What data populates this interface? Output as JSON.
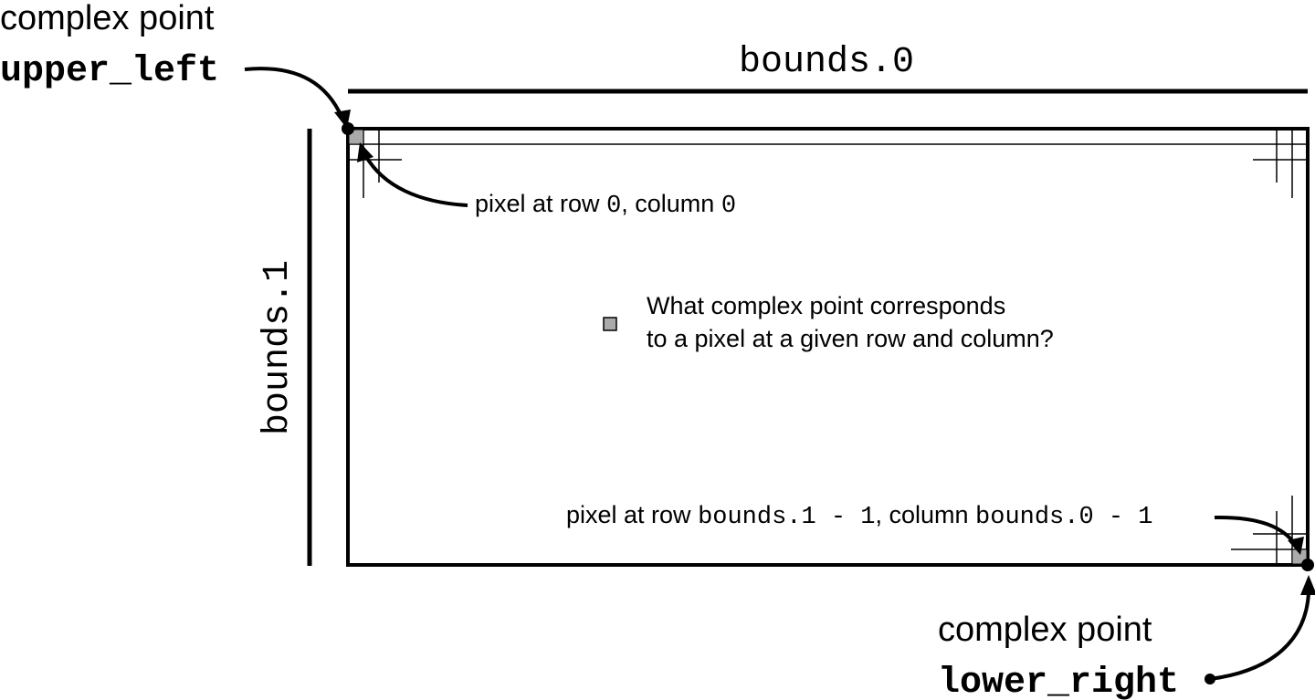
{
  "upper_left_label": {
    "line1": "complex point",
    "name": "upper_left"
  },
  "lower_right_label": {
    "line1": "complex point",
    "name": "lower_right"
  },
  "bounds_x_label": "bounds.0",
  "bounds_y_label": "bounds.1",
  "pixel_top_left_label": {
    "text1": "pixel at row ",
    "code1": "0",
    "text2": ", column ",
    "code2": "0"
  },
  "pixel_bottom_right_label": {
    "text1": "pixel at row ",
    "code1": "bounds.1 - 1",
    "text2": ", column ",
    "code2": "bounds.0 - 1"
  },
  "question": {
    "line1": "What complex point corresponds",
    "line2": "to a pixel at a given row and column?"
  },
  "colors": {
    "stroke": "#000000",
    "pixel_fill": "#aaaaaa"
  }
}
